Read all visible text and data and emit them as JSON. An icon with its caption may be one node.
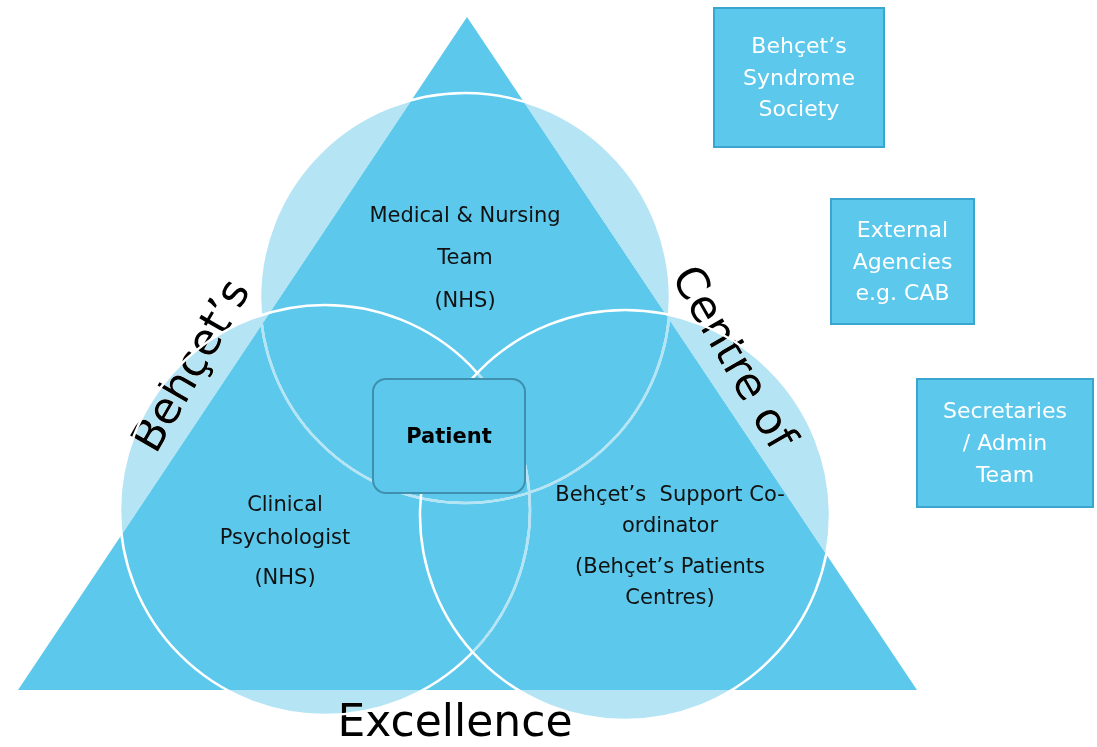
{
  "diagram": {
    "nodes": [
      {
        "text": [
          "Medical & Nursing Team",
          "(NHS)"
        ]
      },
      {
        "text": [
          "Clinical Psychologist",
          "(NHS)"
        ]
      },
      {
        "text": [
          "Behçet’s  Support Co-ordinator",
          "(Behçet’s Patients Centres)"
        ]
      },
      {
        "text": [
          "Patient"
        ]
      },
      {
        "text": [
          "Behçet’s Syndrome Society"
        ]
      },
      {
        "text": [
          "External Agencies e.g. CAB"
        ]
      },
      {
        "text": [
          "Secretaries / Admin Team"
        ]
      }
    ],
    "edges": [],
    "labels": [
      "Behçet’s",
      "Centre of",
      "Excellence"
    ]
  }
}
